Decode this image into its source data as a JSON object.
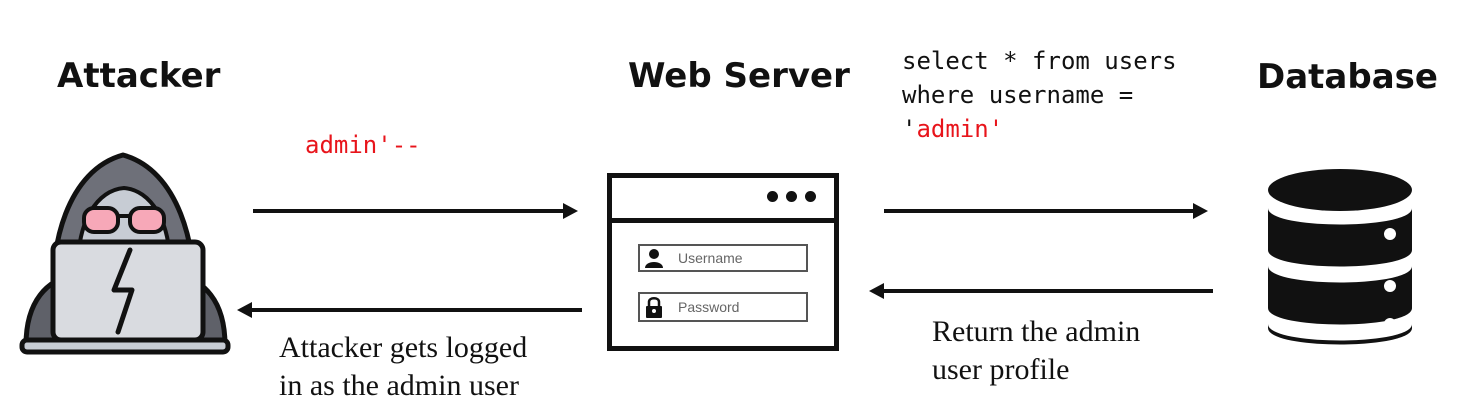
{
  "nodes": {
    "attacker": {
      "label": "Attacker"
    },
    "web_server": {
      "label": "Web Server"
    },
    "database": {
      "label": "Database"
    }
  },
  "payload": {
    "text": "admin'--"
  },
  "query": {
    "line1": "select * from users",
    "line2": "where username =",
    "line3_quote": "'",
    "line3_value": "admin'"
  },
  "login_form": {
    "username_placeholder": "Username",
    "password_placeholder": "Password"
  },
  "responses": {
    "db_to_server_line1": "Return the admin",
    "db_to_server_line2": "user profile",
    "server_to_attacker_line1": "Attacker gets logged",
    "server_to_attacker_line2": "in as the admin user"
  },
  "colors": {
    "payload_red": "#e8141b",
    "stroke": "#111111",
    "hood_gray": "#6e7079",
    "laptop_gray": "#d9dbe0",
    "glasses_pink": "#f7a8b8"
  }
}
